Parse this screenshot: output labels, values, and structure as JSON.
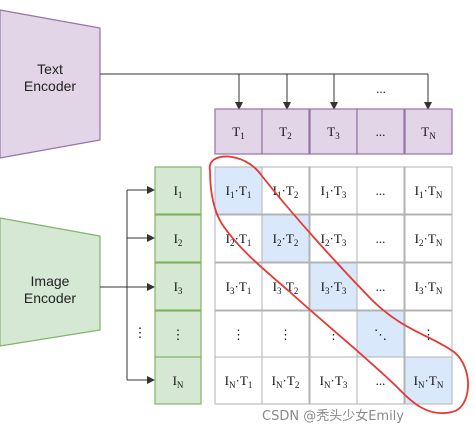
{
  "text_encoder": {
    "line1": "Text",
    "line2": "Encoder"
  },
  "image_encoder": {
    "line1": "Image",
    "line2": "Encoder"
  },
  "text_tokens": [
    {
      "base": "T",
      "sub": "1"
    },
    {
      "base": "T",
      "sub": "2"
    },
    {
      "base": "T",
      "sub": "3"
    },
    {
      "base": "...",
      "sub": ""
    },
    {
      "base": "T",
      "sub": "N"
    }
  ],
  "image_tokens": [
    {
      "base": "I",
      "sub": "1"
    },
    {
      "base": "I",
      "sub": "2"
    },
    {
      "base": "I",
      "sub": "3"
    },
    {
      "base": "⋮",
      "sub": ""
    },
    {
      "base": "I",
      "sub": "N"
    }
  ],
  "top_ellipsis": "...",
  "left_ellipsis": "⋮",
  "matrix": [
    [
      "I1·T1",
      "I1·T2",
      "I1·T3",
      "...",
      "I1·TN"
    ],
    [
      "I2·T1",
      "I2·T2",
      "I2·T3",
      "...",
      "I2·TN"
    ],
    [
      "I3·T1",
      "I3·T2",
      "I3·T3",
      "...",
      "I3·TN"
    ],
    [
      "⋮",
      "⋮",
      "⋮",
      "⋱",
      "⋮"
    ],
    [
      "IN·T1",
      "IN·T2",
      "IN·T3",
      "...",
      "IN·TN"
    ]
  ],
  "watermark": "CSDN @秃头少女Emily",
  "colors": {
    "text_fill": "#e1d5e7",
    "text_stroke": "#9673a6",
    "image_fill": "#d5e8d4",
    "image_stroke": "#82b366",
    "diag_fill": "#dae8fc",
    "diag_stroke": "#6c8ebf",
    "grid_stroke": "#b3b3b3",
    "annotation": "#e53935"
  }
}
